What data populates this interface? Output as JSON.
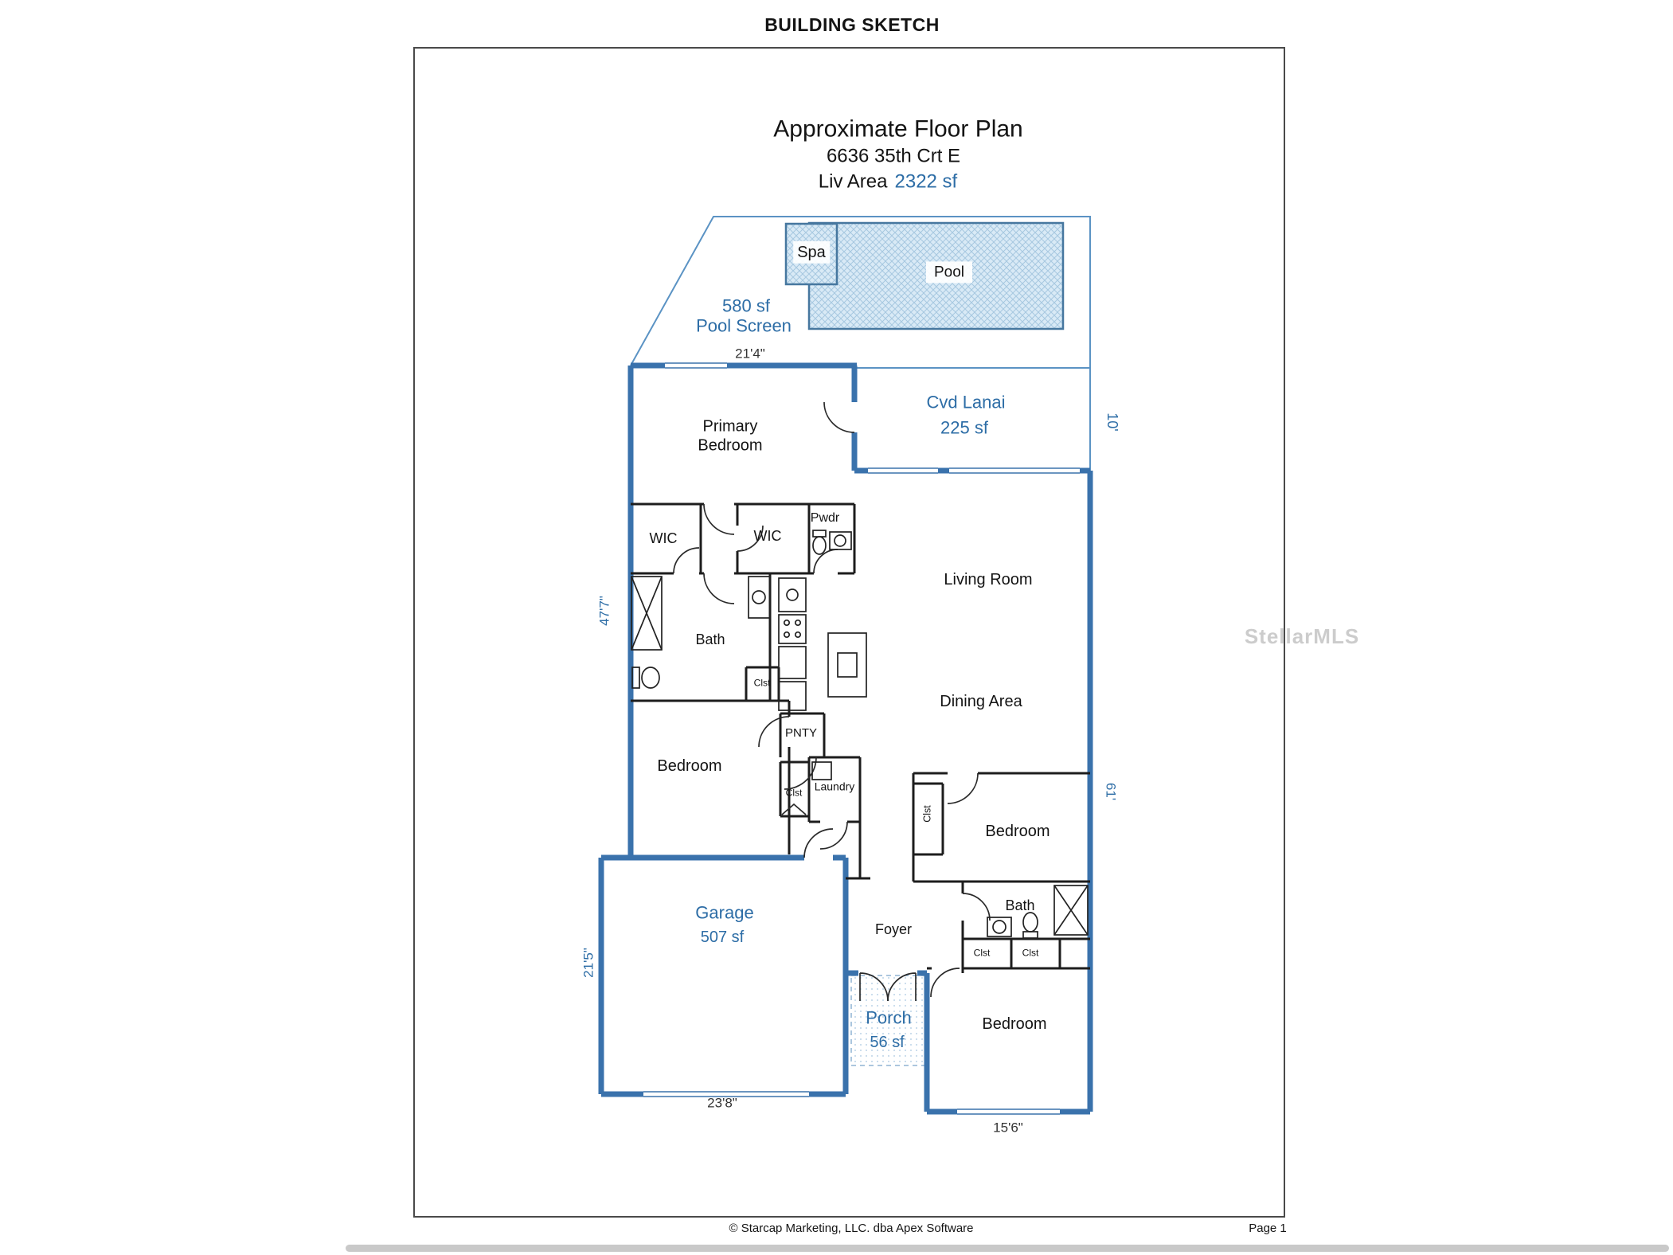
{
  "page": {
    "title": "BUILDING SKETCH",
    "watermark": "StellarMLS",
    "footer_copyright": "© Starcap Marketing, LLC. dba Apex Software",
    "footer_page": "Page 1"
  },
  "header": {
    "title": "Approximate Floor Plan",
    "address": "6636 35th Crt E",
    "liv_area_label": "Liv Area",
    "liv_area_value": "2322 sf"
  },
  "outdoor": {
    "spa": "Spa",
    "pool": "Pool",
    "pool_screen_size": "580 sf",
    "pool_screen_label": "Pool Screen",
    "lanai_label": "Cvd Lanai",
    "lanai_size": "225 sf",
    "porch_label": "Porch",
    "porch_size": "56 sf"
  },
  "rooms": {
    "primary_bedroom": "Primary\nBedroom",
    "wic_left": "WIC",
    "wic_right": "WIC",
    "pwdr": "Pwdr",
    "living_room": "Living Room",
    "bath_main": "Bath",
    "clst_hall": "Clst",
    "dining_area": "Dining Area",
    "pantry": "PNTY",
    "clst_laundry": "Clst",
    "laundry": "Laundry",
    "bedroom_left": "Bedroom",
    "clst_bedroom_right": "Clst",
    "bedroom_right": "Bedroom",
    "bath_2": "Bath",
    "foyer": "Foyer",
    "clst_foyer_left": "Clst",
    "clst_foyer_right": "Clst",
    "bedroom_bottom": "Bedroom",
    "garage": "Garage",
    "garage_size": "507 sf"
  },
  "dims": {
    "pool_screen_width": "21'4\"",
    "left_upper": "47'7\"",
    "lanai_depth": "10'",
    "right_side": "61'",
    "garage_left": "21'5\"",
    "garage_bottom": "23'8\"",
    "bedroom_bottom_width": "15'6\""
  },
  "colors": {
    "exterior_wall": "#3a72ac",
    "screen_line": "#5b93c4",
    "accent_text": "#2d6da6",
    "interior_wall": "#1d1d1d",
    "pool_fill": "#d9eaf6"
  }
}
